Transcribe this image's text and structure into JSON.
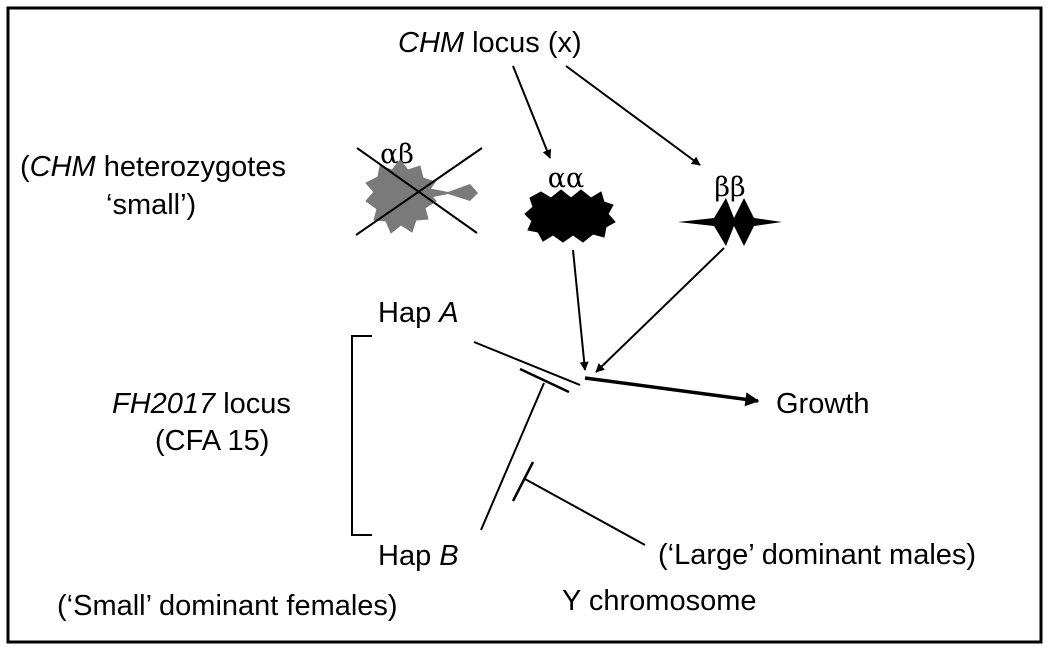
{
  "diagram": {
    "chm_locus": {
      "gene": "CHM",
      "rest": " locus (x)"
    },
    "heterozygotes": {
      "open": "(",
      "gene": "CHM",
      "rest": "  heterozygotes",
      "line2": "‘small’)"
    },
    "genotypes": {
      "ab": "αβ",
      "aa": "αα",
      "bb": "ββ"
    },
    "hap_a": {
      "prefix": "Hap ",
      "letter": "A"
    },
    "hap_b": {
      "prefix": "Hap ",
      "letter": "B"
    },
    "fh_locus": {
      "gene": "FH2017",
      "rest": " locus",
      "line2": "(CFA 15)"
    },
    "growth": "Growth",
    "large_males": "(‘Large’ dominant males)",
    "small_females": "(‘Small’ dominant females)",
    "y_chromosome": "Y chromosome",
    "colors": {
      "stroke": "#000000",
      "heterozygote_fill": "#7a7a7a"
    }
  }
}
